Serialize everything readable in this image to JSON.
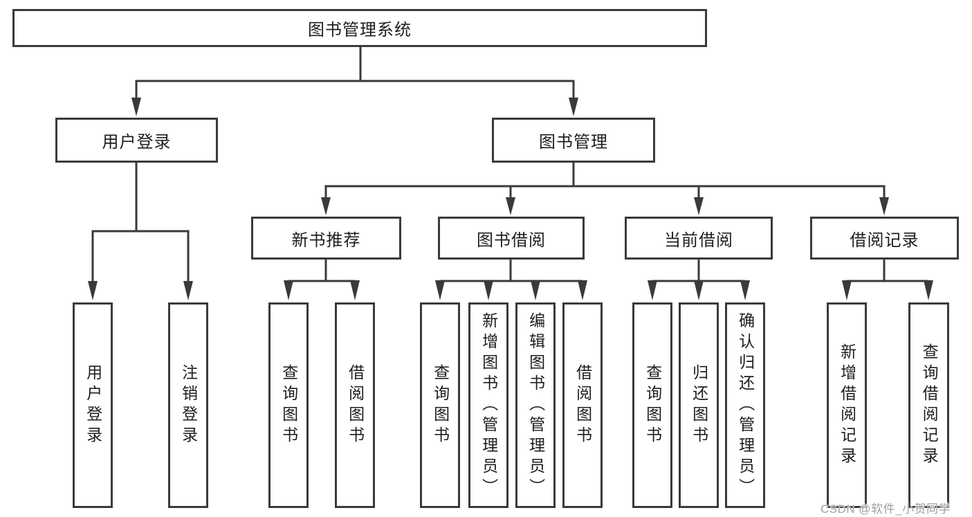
{
  "diagram": {
    "root": {
      "label": "图书管理系统"
    },
    "branches": [
      {
        "label": "用户登录",
        "leaves": [
          "用户登录",
          "注销登录"
        ]
      },
      {
        "label": "图书管理",
        "groups": [
          {
            "label": "新书推荐",
            "leaves": [
              "查询图书",
              "借阅图书"
            ]
          },
          {
            "label": "图书借阅",
            "leaves": [
              "查询图书",
              "新增图书（管理员）",
              "编辑图书（管理员）",
              "借阅图书"
            ]
          },
          {
            "label": "当前借阅",
            "leaves": [
              "查询图书",
              "归还图书",
              "确认归还（管理员）"
            ]
          },
          {
            "label": "借阅记录",
            "leaves": [
              "新增借阅记录",
              "查询借阅记录"
            ]
          }
        ]
      }
    ]
  },
  "watermark": "CSDN @软件_小贺同学",
  "colors": {
    "background": "#ffffff",
    "line": "#3a3a3a",
    "box_border": "#3a3a3a",
    "box_fill": "#ffffff",
    "text": "#1e1e1e",
    "watermark": "#a0a0a0"
  }
}
